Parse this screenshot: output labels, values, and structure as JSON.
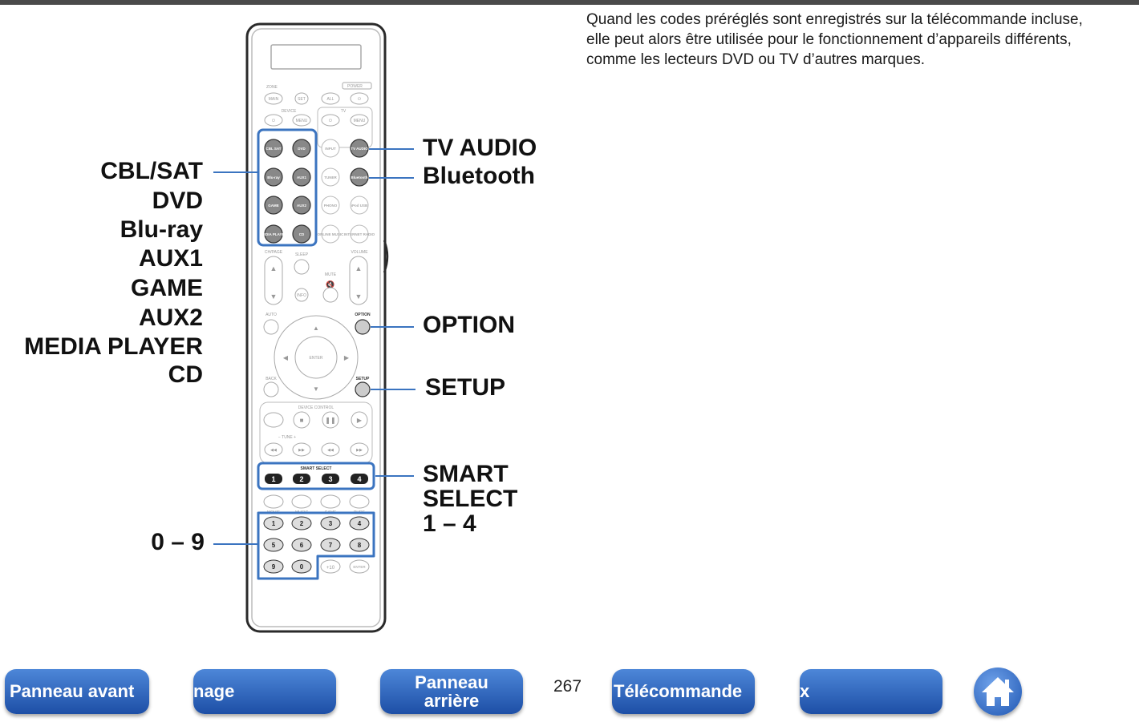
{
  "intro_lines": [
    "Quand les codes préréglés sont enregistrés sur la télécommande incluse,",
    "elle peut alors être utilisée pour le fonctionnement d’appareils différents,",
    "comme les lecteurs DVD ou TV d’autres marques."
  ],
  "left_labels": [
    "CBL/SAT",
    "DVD",
    "Blu-ray",
    "AUX1",
    "GAME",
    "AUX2",
    "MEDIA PLAYER",
    "CD"
  ],
  "numbers_label": "0 – 9",
  "right_labels": {
    "tv_audio": "TV AUDIO",
    "bluetooth": "Bluetooth",
    "option": "OPTION",
    "setup": "SETUP",
    "smart_select": [
      "SMART",
      "SELECT",
      "1 – 4"
    ]
  },
  "remote": {
    "zone_label": "ZONE",
    "power_label": "POWER",
    "top_row": [
      "MAIN",
      "SET",
      "ALL",
      "⏻"
    ],
    "device_label": "DEVICE",
    "tv_label": "TV",
    "second_row": [
      "⏻",
      "MENU",
      "⏻",
      "MENU"
    ],
    "source_buttons": [
      [
        "CBL SAT",
        "DVD",
        "INPUT",
        "TV AUDIO"
      ],
      [
        "Blu-ray",
        "AUX1",
        "TUNER",
        "Bluetooth"
      ],
      [
        "GAME",
        "AUX2",
        "PHONO",
        "iPod USB"
      ],
      [
        "MEDIA PLAYER",
        "CD",
        "ONLINE MUSIC",
        "INTERNET RADIO"
      ]
    ],
    "ch_page": "CH/PAGE",
    "sleep": "SLEEP",
    "volume": "VOLUME",
    "mute": "MUTE",
    "info": "INFO",
    "option": "OPTION",
    "enter": "ENTER",
    "back": "BACK",
    "setup": "SETUP",
    "device_control": "DEVICE CONTROL",
    "tune": "−  TUNE  +",
    "smart_select": "SMART SELECT",
    "smart_numbers": [
      "1",
      "2",
      "3",
      "4"
    ],
    "sound_modes": [
      "MOVIE",
      "MUSIC",
      "GAME",
      "PURE"
    ],
    "number_rows": [
      [
        "1",
        "2",
        "3",
        "4"
      ],
      [
        "5",
        "6",
        "7",
        "8"
      ],
      [
        "9",
        "0",
        "+10",
        "ENTER"
      ]
    ]
  },
  "nav": {
    "panneau_avant": "Panneau avant",
    "affichage_partial": "nage",
    "panneau_arriere": [
      "Panneau",
      "arrière"
    ],
    "page_number": "267",
    "telecommande": "Télécommande",
    "index_partial": "x"
  }
}
